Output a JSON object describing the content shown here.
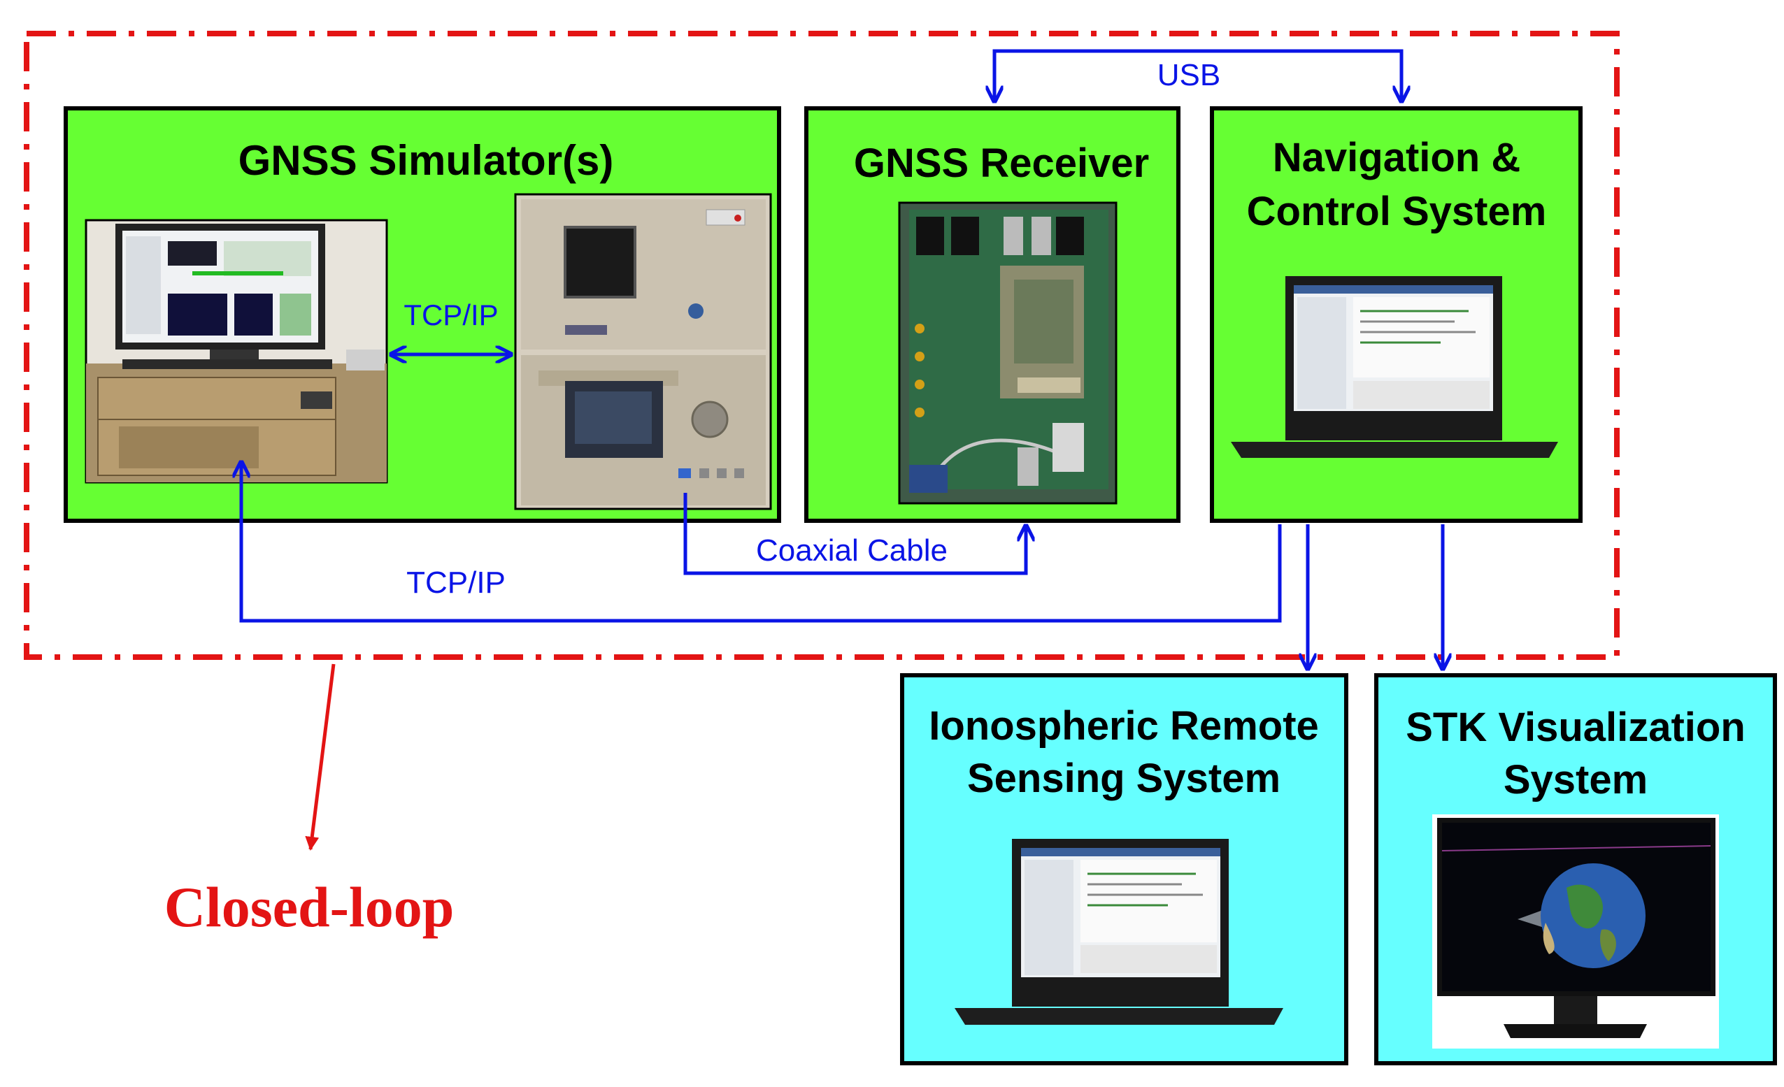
{
  "colors": {
    "green_box": "#66ff33",
    "cyan_box": "#66ffff",
    "arrow_blue": "#0a14e6",
    "loop_red": "#e31414",
    "border": "#000000"
  },
  "boxes": {
    "gnss_simulator": {
      "title": "GNSS Simulator(s)",
      "photo_icons": [
        "desktop-pc-icon",
        "simulator-hardware-icon"
      ]
    },
    "gnss_receiver": {
      "title": "GNSS Receiver",
      "photo_icons": [
        "circuit-board-icon"
      ]
    },
    "nav_control": {
      "title_line1": "Navigation &",
      "title_line2": "Control System",
      "photo_icons": [
        "laptop-icon"
      ]
    },
    "ionospheric": {
      "title_line1": "Ionospheric Remote",
      "title_line2": "Sensing System",
      "photo_icons": [
        "laptop-icon"
      ]
    },
    "stk": {
      "title_line1": "STK Visualization",
      "title_line2": "System",
      "photo_icons": [
        "monitor-globe-icon"
      ]
    }
  },
  "connections": {
    "usb": "USB",
    "tcpip_inner": "TCP/IP",
    "coaxial": "Coaxial Cable",
    "tcpip_outer": "TCP/IP"
  },
  "closed_loop_label": "Closed-loop"
}
